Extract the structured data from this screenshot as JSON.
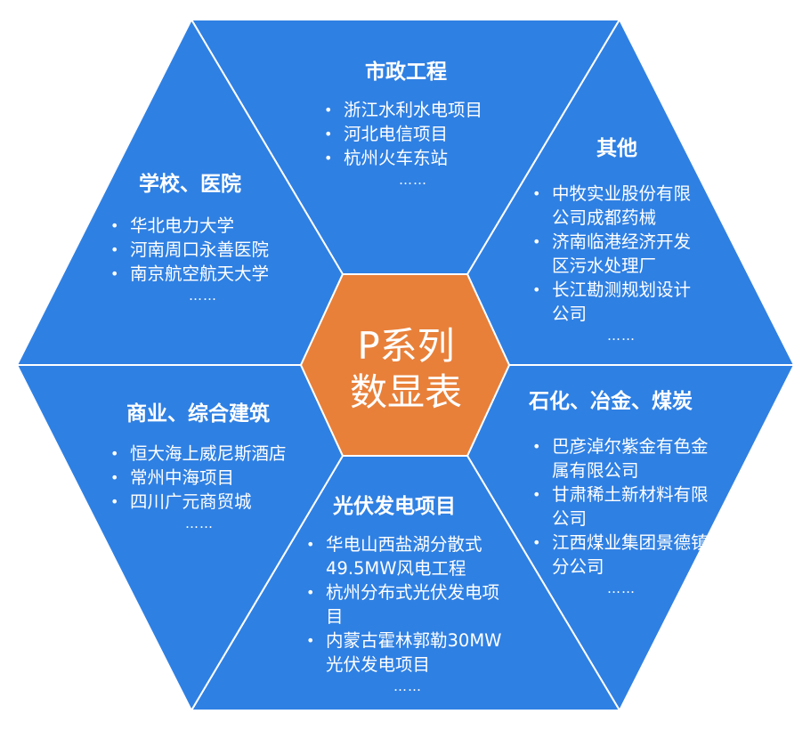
{
  "center": {
    "line1": "P系列",
    "line2": "数显表"
  },
  "sectors": {
    "top": {
      "title": "市政工程",
      "items": [
        "浙江水利水电项目",
        "河北电信项目",
        "杭州火车东站"
      ],
      "more": "……"
    },
    "top_left": {
      "title": "学校、医院",
      "items": [
        "华北电力大学",
        "河南周口永善医院",
        "南京航空航天大学"
      ],
      "more": "……"
    },
    "top_right": {
      "title": "其他",
      "items": [
        "中牧实业股份有限公司成都药械",
        "济南临港经济开发区污水处理厂",
        "长江勘测规划设计公司"
      ],
      "more": "……"
    },
    "bottom_left": {
      "title": "商业、综合建筑",
      "items": [
        "恒大海上威尼斯酒店",
        "常州中海项目",
        "四川广元商贸城"
      ],
      "more": "……"
    },
    "bottom_right": {
      "title": "石化、冶金、煤炭",
      "items": [
        "巴彦淖尔紫金有色金属有限公司",
        "甘肃稀土新材料有限公司",
        "江西煤业集团景德镇分公司"
      ],
      "more": "……"
    },
    "bottom": {
      "title": "光伏发电项目",
      "items": [
        "华电山西盐湖分散式49.5MW风电工程",
        "杭州分布式光伏发电项目",
        "内蒙古霍林郭勒30MW光伏发电项目"
      ],
      "more": "……"
    }
  },
  "colors": {
    "sector_fill": "#2f80e3",
    "center_fill": "#e8803a",
    "divider": "#ffffff"
  }
}
